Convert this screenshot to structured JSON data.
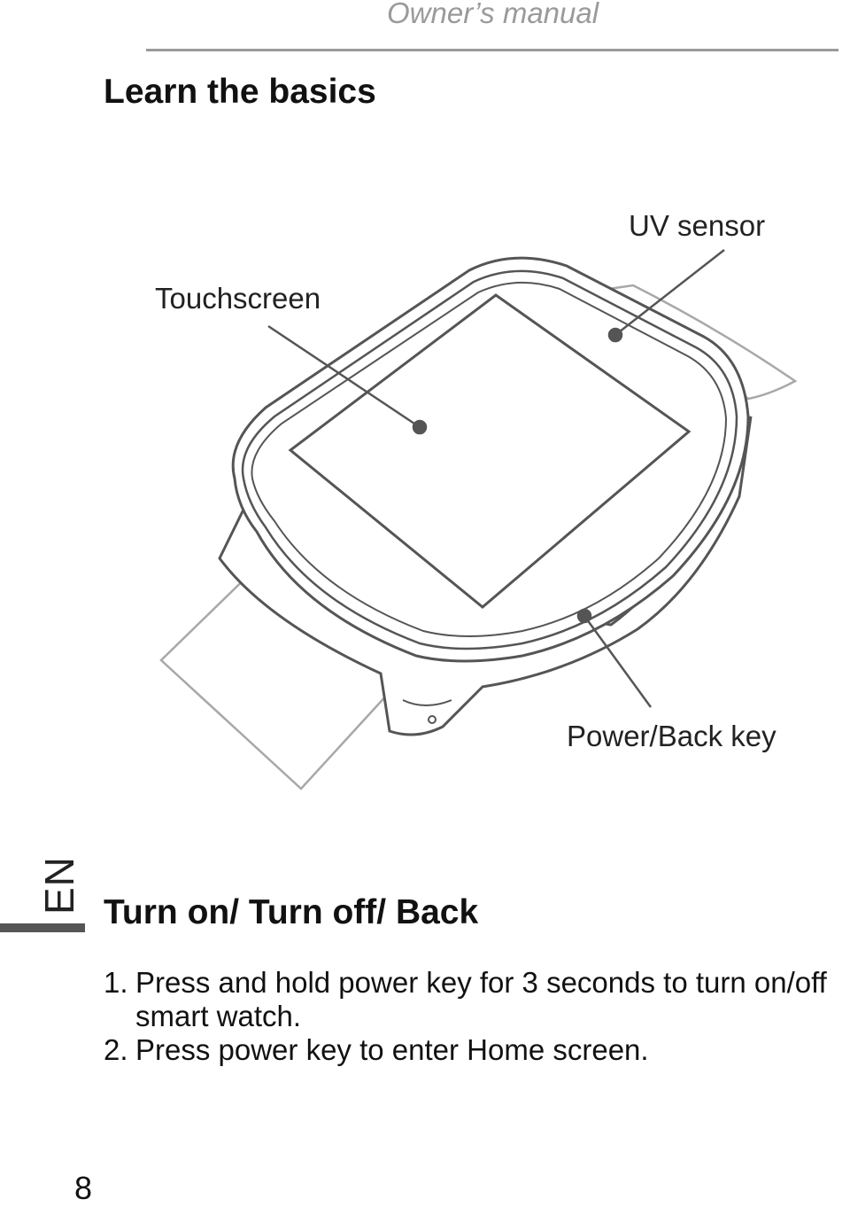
{
  "header": {
    "title": "Owner’s manual"
  },
  "section": {
    "heading": "Learn the basics"
  },
  "diagram": {
    "labels": {
      "uv_sensor": "UV sensor",
      "touchscreen": "Touchscreen",
      "power_back_key": "Power/Back key"
    }
  },
  "language_tab": "EN",
  "subsection": {
    "heading": "Turn on/ Turn off/ Back"
  },
  "steps": [
    {
      "num": "1.",
      "text": "Press and hold power key for 3 seconds to turn on/off smart watch."
    },
    {
      "num": "2.",
      "text": "Press power key to enter Home screen."
    }
  ],
  "page_number": "8",
  "colors": {
    "header_text": "#9a9a9a",
    "rule": "#9a9a9a",
    "outline": "#555555",
    "strap_outline": "#a8a8a8"
  }
}
